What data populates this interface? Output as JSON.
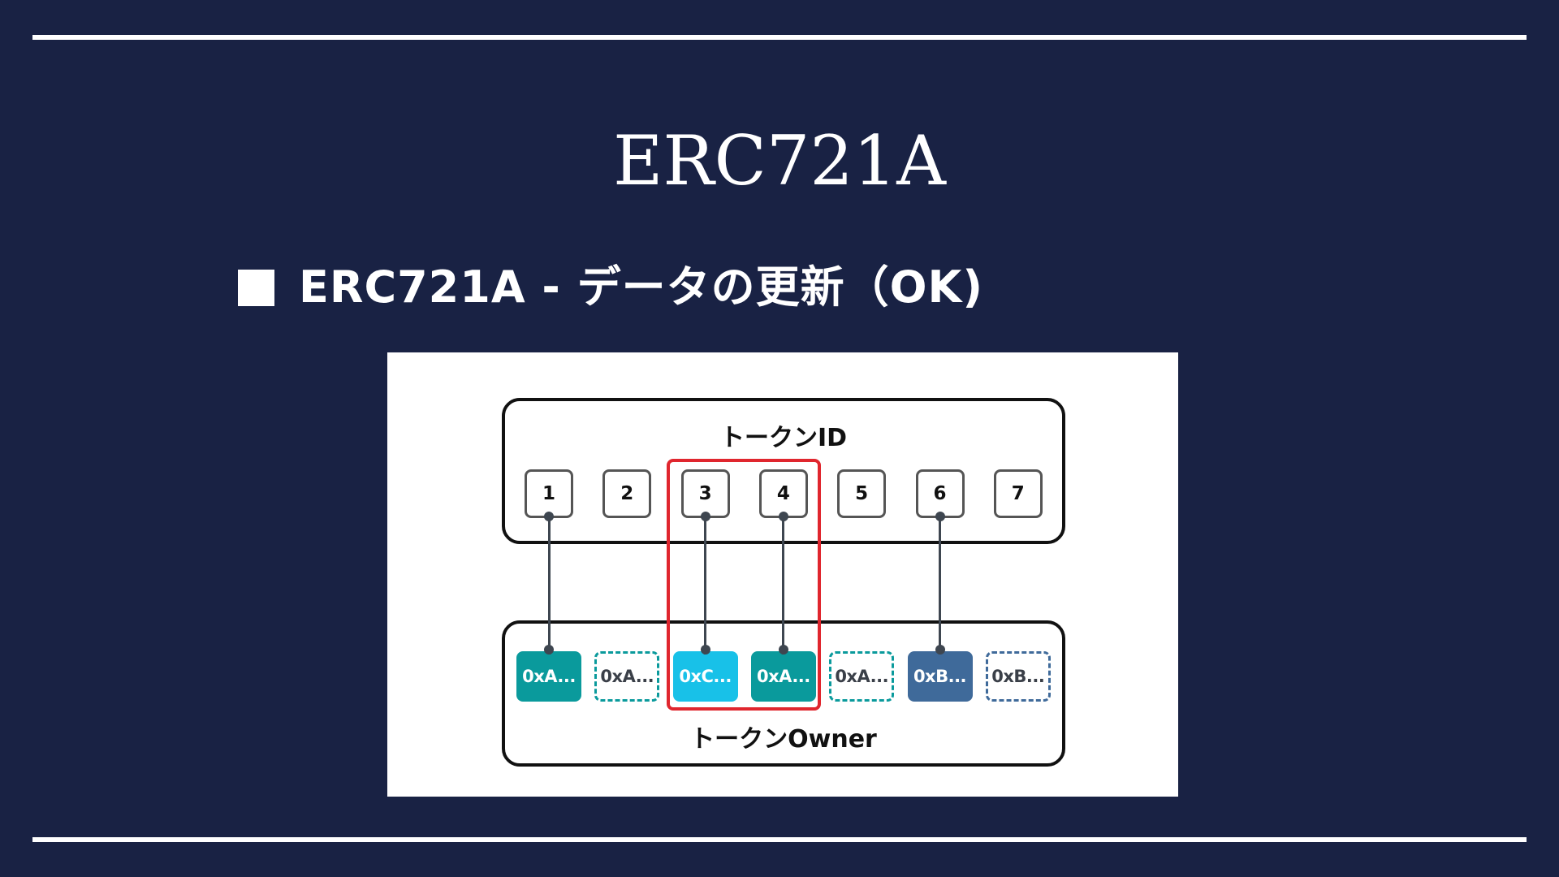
{
  "slide": {
    "title": "ERC721A",
    "subtitle": "ERC721A - データの更新（OK)"
  },
  "diagram": {
    "token_id_label": "トークンID",
    "token_owner_label": "トークンOwner",
    "token_ids": [
      "1",
      "2",
      "3",
      "4",
      "5",
      "6",
      "7"
    ],
    "owners": [
      {
        "label": "0xA...",
        "style": "filled",
        "color": "#0a9a9c"
      },
      {
        "label": "0xA...",
        "style": "dashed",
        "color": "#0a9a9c"
      },
      {
        "label": "0xC...",
        "style": "filled",
        "color": "#18c1e8"
      },
      {
        "label": "0xA...",
        "style": "filled",
        "color": "#0a9a9c"
      },
      {
        "label": "0xA...",
        "style": "dashed",
        "color": "#0a9a9c"
      },
      {
        "label": "0xB...",
        "style": "filled",
        "color": "#3f6a9a"
      },
      {
        "label": "0xB...",
        "style": "dashed",
        "color": "#3f6a9a"
      }
    ],
    "links": [
      "1",
      "3",
      "4",
      "6"
    ],
    "highlighted_ids": [
      "3",
      "4"
    ],
    "highlight_color": "#e0262e",
    "connector_color": "#3e4650",
    "background_color": "#192244"
  }
}
